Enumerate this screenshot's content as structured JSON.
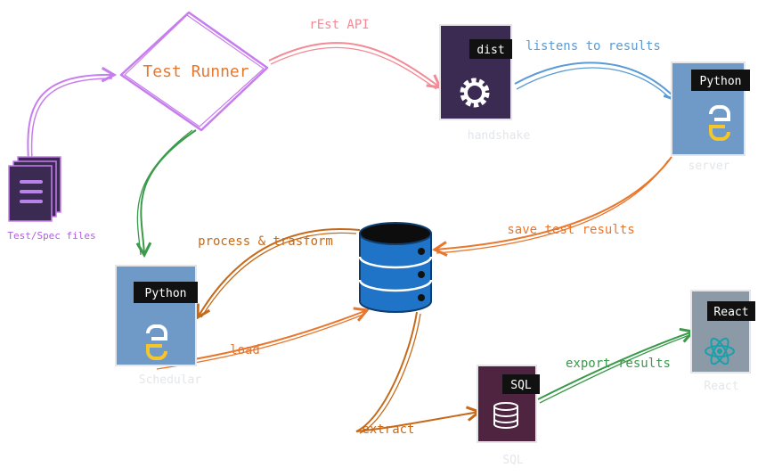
{
  "colors": {
    "purple": "#c77dee",
    "orange": "#e8772e",
    "pink": "#f28b95",
    "blue": "#5b9bd5",
    "green": "#3a9a4a",
    "brown": "#c66a1a",
    "db_blue": "#1f74c7",
    "dark_purple": "#3b2a52",
    "sql_maroon": "#4e2440",
    "python_blue": "#6f9ac7",
    "react_gray": "#8c9aa8",
    "caption_gray": "#e3e6ea"
  },
  "nodes": {
    "test_runner": {
      "label": "Test Runner"
    },
    "spec_files": {
      "caption": "Test/Spec files",
      "icon": "document-stack-icon"
    },
    "handshake": {
      "badge": "dist",
      "caption": "handshake",
      "icon": "gear-icon"
    },
    "server": {
      "badge": "Python",
      "caption": "server",
      "icon": "python-icon"
    },
    "database": {
      "icon": "database-icon"
    },
    "schedular": {
      "badge": "Python",
      "caption": "Schedular",
      "icon": "python-icon"
    },
    "sql": {
      "badge": "SQL",
      "caption": "SQL",
      "icon": "database-icon"
    },
    "react": {
      "badge": "React",
      "caption": "React",
      "icon": "react-atom-icon"
    }
  },
  "edges": {
    "files_to_runner": {
      "label": ""
    },
    "runner_to_handshake": {
      "label": "rEst API"
    },
    "handshake_to_server": {
      "label": "listens to results"
    },
    "server_to_db": {
      "label": "save test results"
    },
    "db_to_schedular": {
      "label": "process & trasform"
    },
    "runner_to_schedular": {
      "label": ""
    },
    "schedular_to_db": {
      "label": "load"
    },
    "db_to_sql": {
      "label": "extract"
    },
    "sql_to_react": {
      "label": "export results"
    }
  }
}
